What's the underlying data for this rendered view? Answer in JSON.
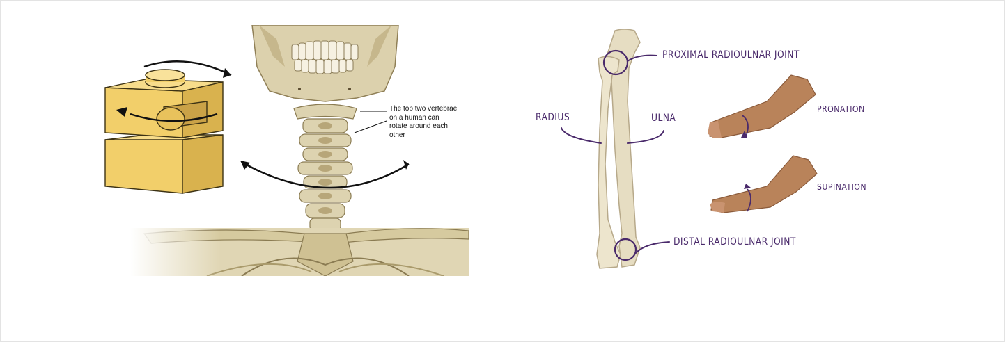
{
  "left_figure": {
    "callout_text": "The top two vertebrae  on a human can rotate around each other"
  },
  "right_figure": {
    "labels": {
      "proximal": "PROXIMAL RADIOULNAR JOINT",
      "radius": "RADIUS",
      "ulna": "ULNA",
      "pronation": "PRONATION",
      "supination": "SUPINATION",
      "distal": "DISTAL RADIOULNAR JOINT"
    }
  },
  "colors": {
    "bone": "#e2d8b8",
    "bone_shade": "#b9a97c",
    "block": "#f2cf6a",
    "label_purple": "#4a2a6b",
    "skin": "#b9835a"
  }
}
